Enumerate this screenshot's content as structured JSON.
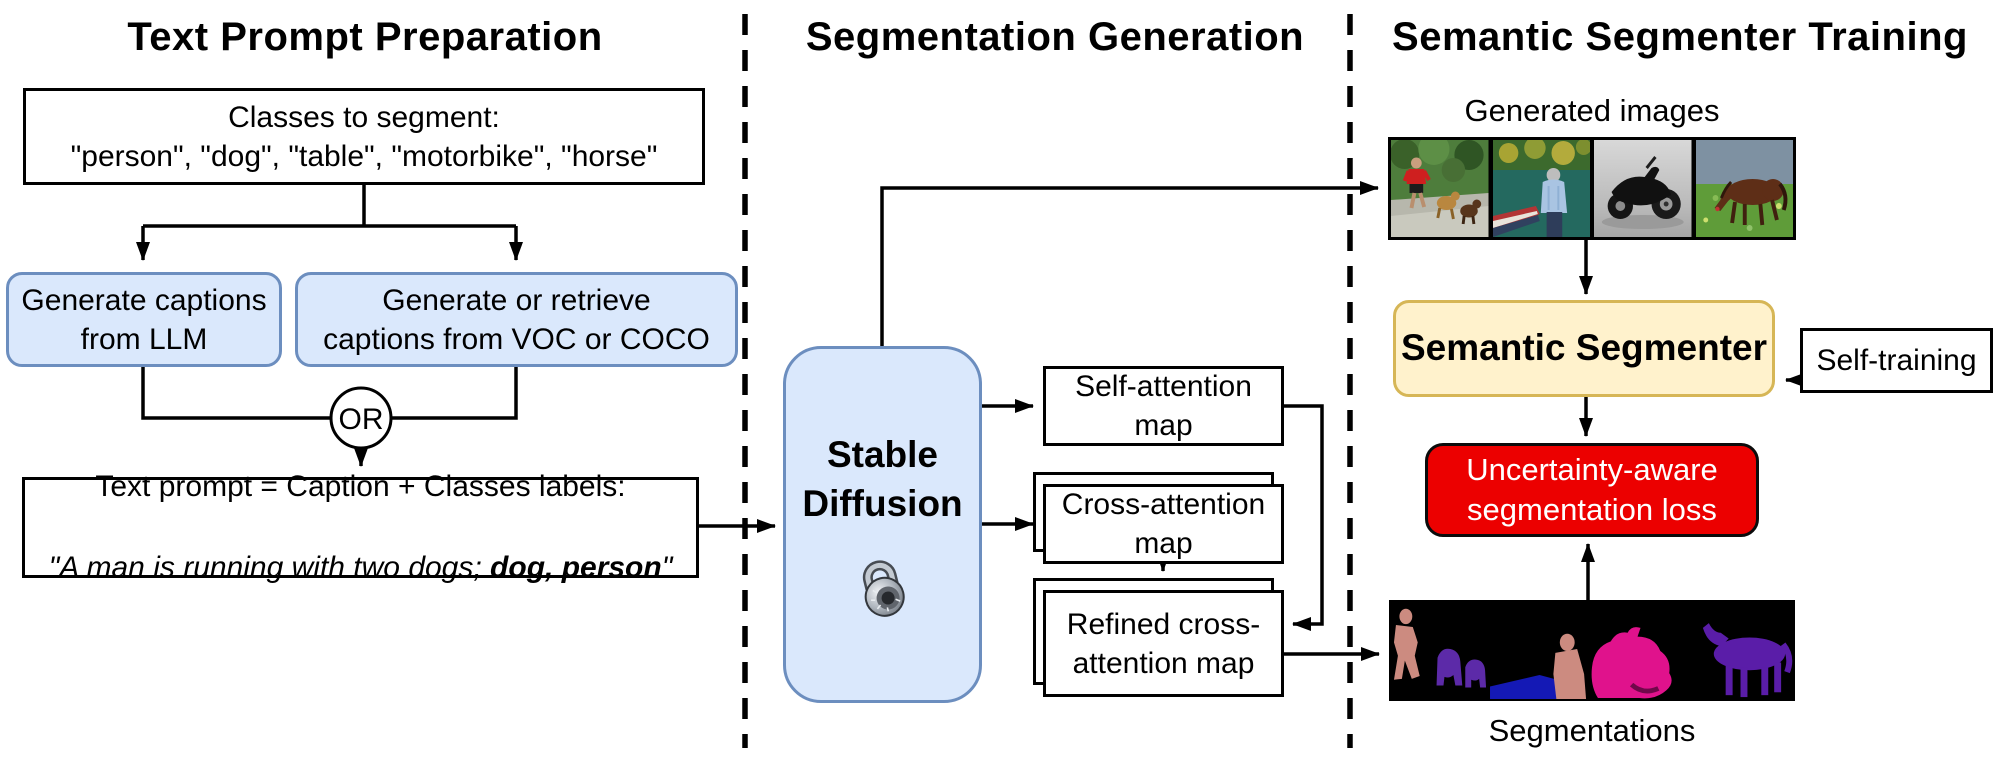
{
  "titles": {
    "left": "Text Prompt Preparation",
    "middle": "Segmentation Generation",
    "right": "Semantic Segmenter Training"
  },
  "text_prompt_preparation": {
    "classes_box": "Classes to segment:\n\"person\", \"dog\", \"table\", \"motorbike\", \"horse\"",
    "llm_box": "Generate captions\nfrom LLM",
    "voc_box": "Generate or retrieve\ncaptions from VOC or COCO",
    "or_connector": "OR",
    "prompt_box_line1": "Text prompt = Caption + Classes labels:",
    "prompt_box_quote_prefix": "\"A man is running with two dogs; ",
    "prompt_box_quote_bold": "dog, person",
    "prompt_box_quote_suffix": "\""
  },
  "segmentation_generation": {
    "stable_diffusion_box": "Stable\nDiffusion",
    "lock_icon": "frozen-padlock",
    "self_attention_box": "Self-attention\nmap",
    "cross_attention_box": "Cross-attention\nmap",
    "refined_cross_attention_box": "Refined cross-\nattention map"
  },
  "segmenter_training": {
    "generated_images_label": "Generated images",
    "photos": [
      "man-running-with-two-dogs",
      "man-by-lake-with-red-boat",
      "black-motorbike",
      "brown-horse-in-meadow"
    ],
    "semantic_segmenter_box": "Semantic Segmenter",
    "self_training_box": "Self-training",
    "loss_box": "Uncertainty-aware\nsegmentation loss",
    "segmentations_label": "Segmentations"
  },
  "colors": {
    "box_blue_fill": "#dae8fc",
    "box_blue_border": "#6c8ebf",
    "box_yellow_fill": "#fff2cc",
    "box_yellow_border": "#d6b656",
    "loss_red_fill": "#ec0000",
    "loss_text": "#ffffff",
    "seg_person": "#cc8b80",
    "seg_dog": "#5c2aa8",
    "seg_boat": "#1419b5",
    "seg_motorbike": "#e0128c",
    "seg_horse": "#5a1da8"
  }
}
